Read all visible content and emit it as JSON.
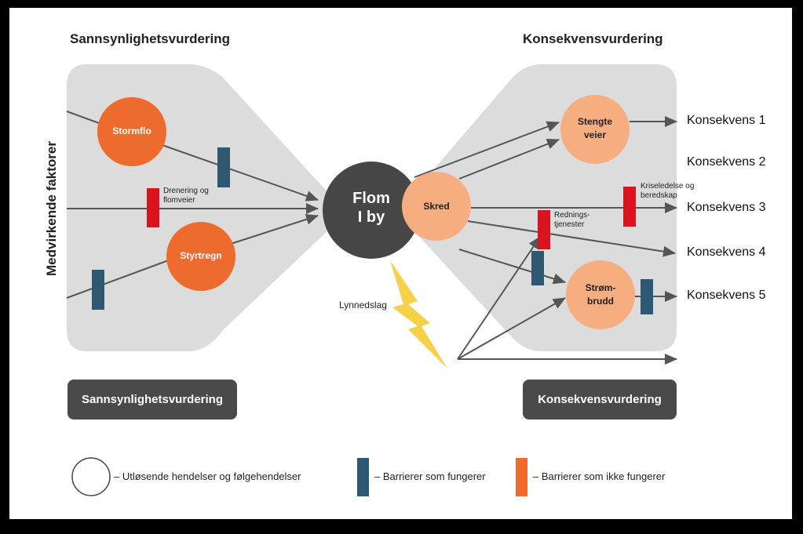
{
  "left_title": "Sannsynlighetsvurdering",
  "right_title": "Konsekvensvurdering",
  "vertical_label": "Medvirkende faktorer",
  "center_label_line1": "Flom",
  "center_label_line2": "I by",
  "nodes": {
    "stormflo": "Stormflo",
    "styrtregn": "Styrtregn",
    "skred": "Skred",
    "stengte_veier_line1": "Stengte",
    "stengte_veier_line2": "veier",
    "strombrudd_line1": "Strøm-",
    "strombrudd_line2": "brudd"
  },
  "barrier_labels": {
    "drenering_line1": "Drenering og",
    "drenering_line2": "flomveier",
    "redning_line1": "Rednings-",
    "redning_line2": "tjenester",
    "krise_line1": "Kriseledelse og",
    "krise_line2": "beredskap"
  },
  "lightning_label": "Lynnedslag",
  "consequences": [
    "Konsekvens 1",
    "Konsekvens 2",
    "Konsekvens 3",
    "Konsekvens 4",
    "Konsekvens 5"
  ],
  "bottom_buttons": {
    "left": "Sannsynlighetsvurdering",
    "right": "Konsekvensvurdering"
  },
  "legend": {
    "events": "– Utløsende hendelser og følgehendelser",
    "working": "– Barrierer som fungerer",
    "not_working": "– Barrierer som ikke fungerer"
  },
  "colors": {
    "orange": "#ed6b2c",
    "peach": "#f6ad80",
    "dark": "#464646",
    "blue_barrier": "#2e5772",
    "red_barrier": "#d9141f",
    "panel": "#dcdcdc",
    "arrow": "#555555",
    "lightning": "#f7d049"
  }
}
